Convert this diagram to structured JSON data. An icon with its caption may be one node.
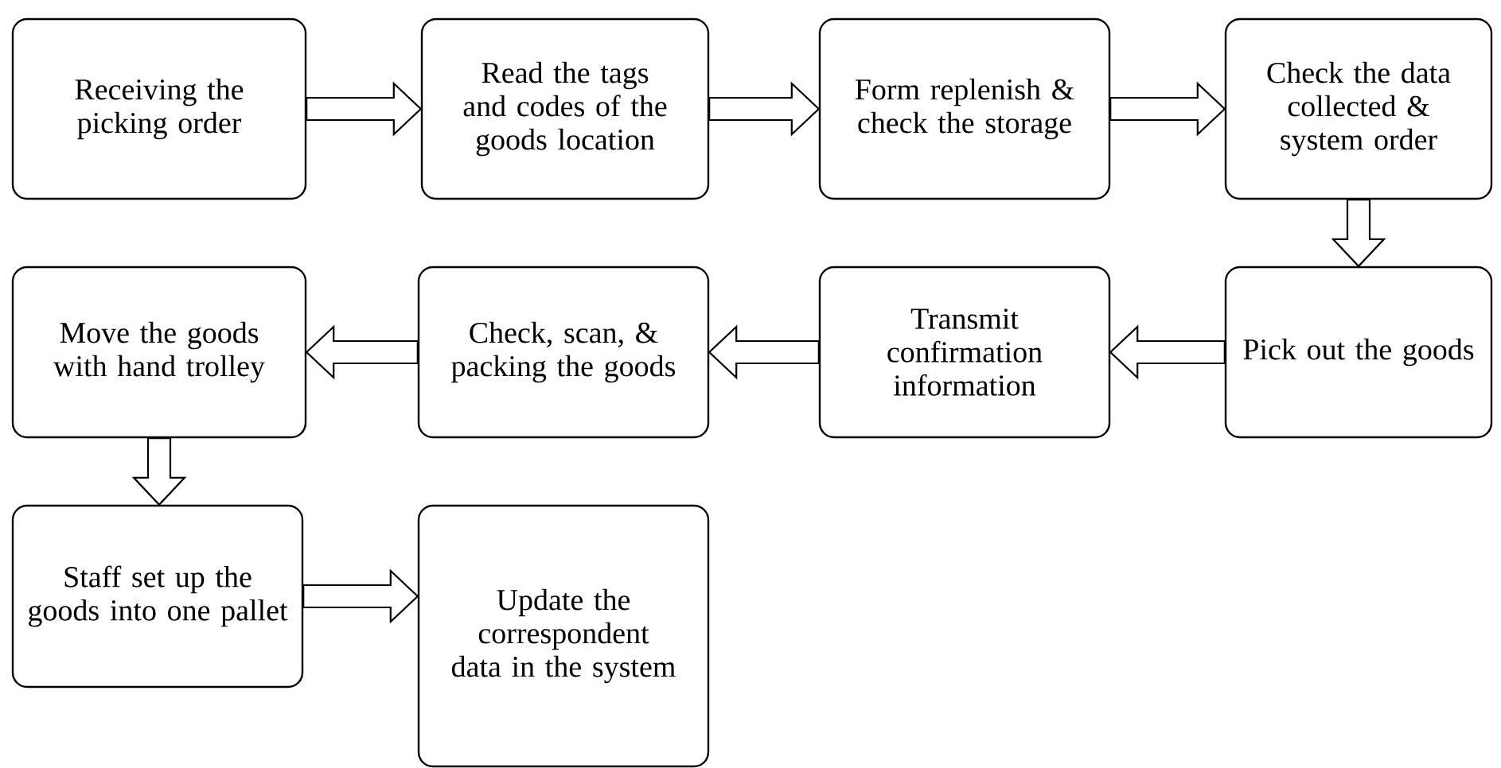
{
  "diagram": {
    "nodes": [
      {
        "text": [
          "Receiving the picking order"
        ]
      },
      {
        "text": [
          "Read the tags and codes of the goods location"
        ]
      },
      {
        "text": [
          "Form replenish & check the storage"
        ]
      },
      {
        "text": [
          "Check the data collected & system order"
        ]
      },
      {
        "text": [
          "Move the goods with hand trolley"
        ]
      },
      {
        "text": [
          "Check, scan, & packing the goods"
        ]
      },
      {
        "text": [
          "Transmit confirmation information"
        ]
      },
      {
        "text": [
          "Pick out the goods"
        ]
      },
      {
        "text": [
          "Staff set up the goods into one pallet"
        ]
      },
      {
        "text": [
          "Update the correspondent data in the system"
        ]
      }
    ],
    "edges": [
      {
        "from": 0,
        "to": 1,
        "arrow": "to"
      },
      {
        "from": 1,
        "to": 2,
        "arrow": "to"
      },
      {
        "from": 2,
        "to": 3,
        "arrow": "to"
      },
      {
        "from": 3,
        "to": 7,
        "arrow": "to"
      },
      {
        "from": 7,
        "to": 6,
        "arrow": "to"
      },
      {
        "from": 6,
        "to": 5,
        "arrow": "to"
      },
      {
        "from": 5,
        "to": 4,
        "arrow": "to"
      },
      {
        "from": 4,
        "to": 8,
        "arrow": "to"
      },
      {
        "from": 8,
        "to": 9,
        "arrow": "to"
      }
    ]
  }
}
